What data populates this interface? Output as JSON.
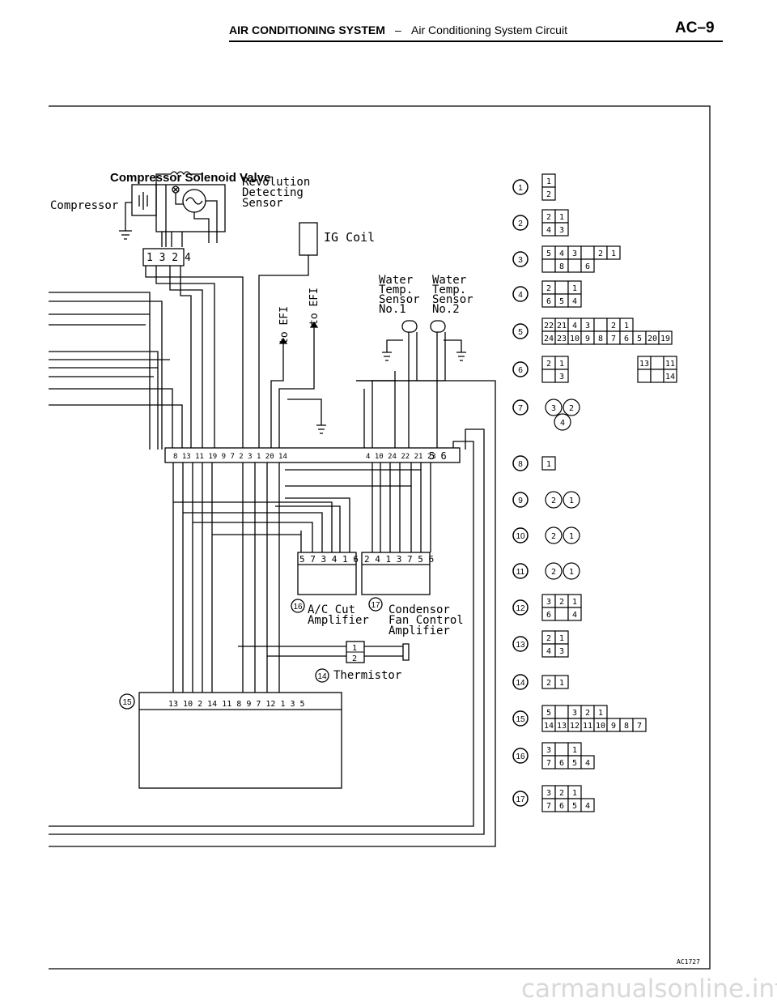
{
  "header": {
    "title": "AIR CONDITIONING SYSTEM",
    "separator": "–",
    "subtitle": "Air Conditioning System Circuit",
    "page": "AC–9"
  },
  "components": {
    "solenoid_valve": "Compressor Solenoid Valve",
    "compressor": "Compressor",
    "rev_sensor": [
      "Revolution",
      "Detecting",
      "Sensor"
    ],
    "ig_coil": "IG Coil",
    "to_efi": "to EFI",
    "water_sensor_1": [
      "Water",
      "Temp.",
      "Sensor",
      "No.1"
    ],
    "water_sensor_2": [
      "Water",
      "Temp.",
      "Sensor",
      "No.2"
    ],
    "ac_cut_amp": [
      "A/C Cut",
      "Amplifier"
    ],
    "condenser_amp": [
      "Condensor",
      "Fan Control",
      "Amplifier"
    ],
    "thermistor": "Thermistor"
  },
  "terminal_strips": {
    "compressor_plug": "1 3 2 4",
    "main_left": "8 13 11   19 9  7  2    3  1 20 14",
    "main_right": "4 10 24 22 21 23",
    "main_far": "5 6",
    "amp16": "5 7 3 4 1 6",
    "amp17": "2 4 1 3 7 5 6",
    "ecu": "13 10 2   14 11 8  9    7 12 1  3 5",
    "thermistor_plug": [
      "1",
      "2"
    ]
  },
  "callouts": {
    "c14": "14",
    "c15": "15",
    "c16": "16",
    "c17": "17"
  },
  "legend": [
    {
      "num": "1",
      "rows": [
        [
          "1"
        ],
        [
          "2"
        ]
      ]
    },
    {
      "num": "2",
      "rows": [
        [
          "2",
          "1"
        ],
        [
          "4",
          "3"
        ]
      ]
    },
    {
      "num": "3",
      "rows": [
        [
          "5",
          "4",
          "3",
          "",
          "2",
          "1"
        ],
        [
          "",
          "8",
          "",
          "6"
        ]
      ]
    },
    {
      "num": "4",
      "rows": [
        [
          "2",
          "",
          "1"
        ],
        [
          "6",
          "5",
          "4"
        ]
      ]
    },
    {
      "num": "5",
      "rows": [
        [
          "22",
          "21",
          "4",
          "3",
          "",
          "2",
          "1"
        ],
        [
          "24",
          "23",
          "10",
          "9",
          "8",
          "7",
          "6",
          "5",
          "20",
          "19"
        ]
      ]
    },
    {
      "num": "6",
      "rows": [
        [
          "2",
          "1"
        ],
        [
          "",
          "3"
        ]
      ],
      "extra": [
        [
          "13",
          "",
          "11"
        ],
        [
          "",
          "",
          "14"
        ]
      ]
    },
    {
      "num": "7",
      "pins": [
        "3",
        "2",
        "4"
      ]
    },
    {
      "num": "8",
      "rows": [
        [
          "1"
        ]
      ]
    },
    {
      "num": "9",
      "pins": [
        "2",
        "1"
      ]
    },
    {
      "num": "10",
      "pins": [
        "2",
        "1"
      ]
    },
    {
      "num": "11",
      "pins": [
        "2",
        "1"
      ]
    },
    {
      "num": "12",
      "rows": [
        [
          "3",
          "2",
          "1"
        ],
        [
          "6",
          "",
          "4"
        ]
      ]
    },
    {
      "num": "13",
      "rows": [
        [
          "2",
          "1"
        ],
        [
          "4",
          "3"
        ]
      ]
    },
    {
      "num": "14",
      "rows": [
        [
          "2",
          "1"
        ]
      ]
    },
    {
      "num": "15",
      "rows": [
        [
          "5",
          "",
          "3",
          "2",
          "1"
        ],
        [
          "14",
          "13",
          "12",
          "11",
          "10",
          "9",
          "8",
          "7"
        ]
      ]
    },
    {
      "num": "16",
      "rows": [
        [
          "3",
          "",
          "1"
        ],
        [
          "7",
          "6",
          "5",
          "4"
        ]
      ]
    },
    {
      "num": "17",
      "rows": [
        [
          "3",
          "2",
          "1"
        ],
        [
          "7",
          "6",
          "5",
          "4"
        ]
      ]
    }
  ],
  "figure_code": "AC1727",
  "footer": "carmanualsonline.info"
}
